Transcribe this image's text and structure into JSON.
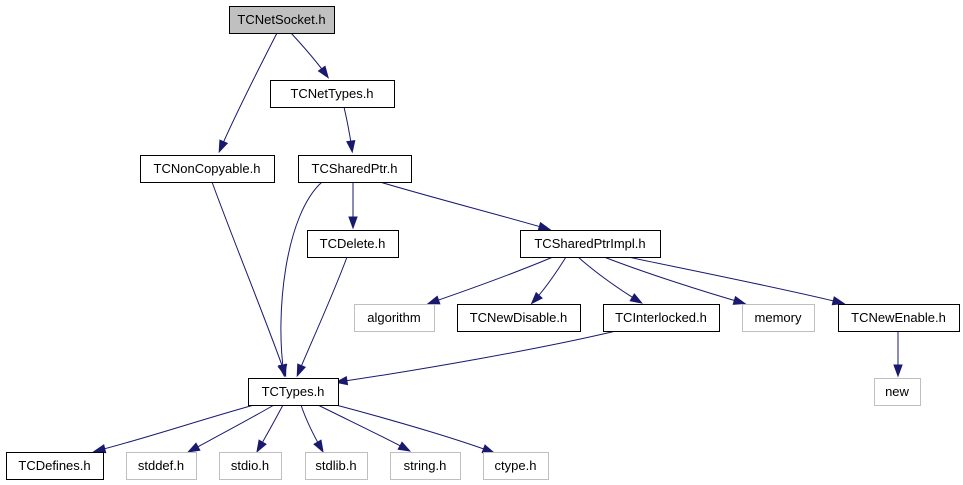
{
  "colors": {
    "edge": "#191970",
    "root_fill": "#c0c0c0",
    "node_border": "#000000",
    "external_border": "#bfbfbf"
  },
  "nodes": [
    {
      "id": "tcnetsocket",
      "label": "TCNetSocket.h",
      "style": "root"
    },
    {
      "id": "tcnettypes",
      "label": "TCNetTypes.h",
      "style": "normal"
    },
    {
      "id": "tcnoncopyable",
      "label": "TCNonCopyable.h",
      "style": "normal"
    },
    {
      "id": "tcsharedptr",
      "label": "TCSharedPtr.h",
      "style": "normal"
    },
    {
      "id": "tcdelete",
      "label": "TCDelete.h",
      "style": "normal"
    },
    {
      "id": "tcsharedptrimpl",
      "label": "TCSharedPtrImpl.h",
      "style": "normal"
    },
    {
      "id": "algorithm",
      "label": "algorithm",
      "style": "external"
    },
    {
      "id": "tcnewdisable",
      "label": "TCNewDisable.h",
      "style": "normal"
    },
    {
      "id": "tcinterlocked",
      "label": "TCInterlocked.h",
      "style": "normal"
    },
    {
      "id": "memory",
      "label": "memory",
      "style": "external"
    },
    {
      "id": "tcnewenable",
      "label": "TCNewEnable.h",
      "style": "normal"
    },
    {
      "id": "new",
      "label": "new",
      "style": "external"
    },
    {
      "id": "tctypes",
      "label": "TCTypes.h",
      "style": "normal"
    },
    {
      "id": "tcdefines",
      "label": "TCDefines.h",
      "style": "normal"
    },
    {
      "id": "stddef",
      "label": "stddef.h",
      "style": "external"
    },
    {
      "id": "stdio",
      "label": "stdio.h",
      "style": "external"
    },
    {
      "id": "stdlib",
      "label": "stdlib.h",
      "style": "external"
    },
    {
      "id": "string",
      "label": "string.h",
      "style": "external"
    },
    {
      "id": "ctype",
      "label": "ctype.h",
      "style": "external"
    }
  ],
  "edges": [
    {
      "from": "tcnetsocket",
      "to": "tcnettypes"
    },
    {
      "from": "tcnetsocket",
      "to": "tcnoncopyable"
    },
    {
      "from": "tcnettypes",
      "to": "tcsharedptr"
    },
    {
      "from": "tcnoncopyable",
      "to": "tctypes"
    },
    {
      "from": "tcsharedptr",
      "to": "tcdelete"
    },
    {
      "from": "tcsharedptr",
      "to": "tcsharedptrimpl"
    },
    {
      "from": "tcsharedptr",
      "to": "tctypes"
    },
    {
      "from": "tcdelete",
      "to": "tctypes"
    },
    {
      "from": "tcsharedptrimpl",
      "to": "algorithm"
    },
    {
      "from": "tcsharedptrimpl",
      "to": "tcnewdisable"
    },
    {
      "from": "tcsharedptrimpl",
      "to": "tcinterlocked"
    },
    {
      "from": "tcsharedptrimpl",
      "to": "memory"
    },
    {
      "from": "tcsharedptrimpl",
      "to": "tcnewenable"
    },
    {
      "from": "tcinterlocked",
      "to": "tctypes"
    },
    {
      "from": "tcnewenable",
      "to": "new"
    },
    {
      "from": "tctypes",
      "to": "tcdefines"
    },
    {
      "from": "tctypes",
      "to": "stddef"
    },
    {
      "from": "tctypes",
      "to": "stdio"
    },
    {
      "from": "tctypes",
      "to": "stdlib"
    },
    {
      "from": "tctypes",
      "to": "string"
    },
    {
      "from": "tctypes",
      "to": "ctype"
    }
  ]
}
